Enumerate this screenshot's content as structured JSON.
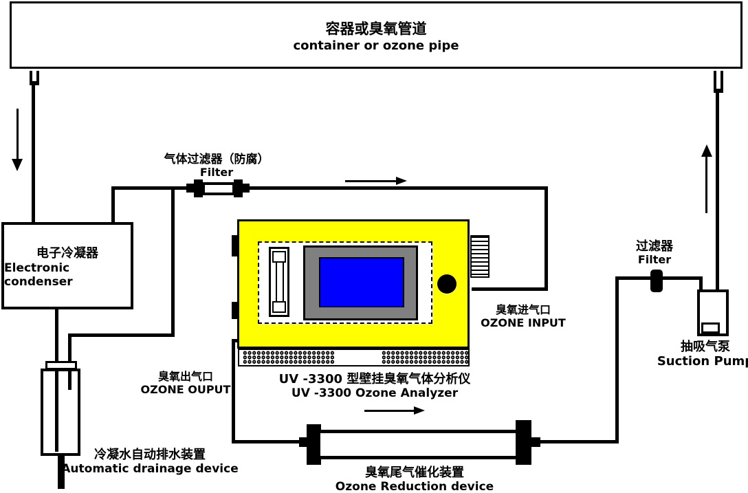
{
  "diagram": {
    "container_pipe": {
      "zh": "容器或臭氧管道",
      "en": "container or ozone pipe"
    },
    "gas_filter": {
      "zh": "气体过滤器（防腐）",
      "en": "Filter"
    },
    "condenser": {
      "zh": "电子冷凝器",
      "en": "Electronic condenser"
    },
    "ozone_input": {
      "zh": "臭氧进气口",
      "en": "OZONE INPUT"
    },
    "ozone_output": {
      "zh": "臭氧出气口",
      "en": "OZONE OUPUT"
    },
    "analyzer": {
      "zh": "UV -3300 型壁挂臭氧气体分析仪",
      "en": "UV -3300 Ozone Analyzer"
    },
    "pump_filter": {
      "zh": "过滤器",
      "en": "Filter"
    },
    "suction_pump": {
      "zh": "抽吸气泵",
      "en": "Suction Pump"
    },
    "drainage": {
      "zh": "冷凝水自动排水装置",
      "en": "Automatic drainage device"
    },
    "reduction": {
      "zh": "臭氧尾气催化装置",
      "en": "Ozone Reduction device"
    }
  },
  "colors": {
    "line": "#000000",
    "analyzer_body": "#FFFF00",
    "screen": "#0000FF",
    "bezel": "#808080",
    "background": "#FFFFFF"
  }
}
